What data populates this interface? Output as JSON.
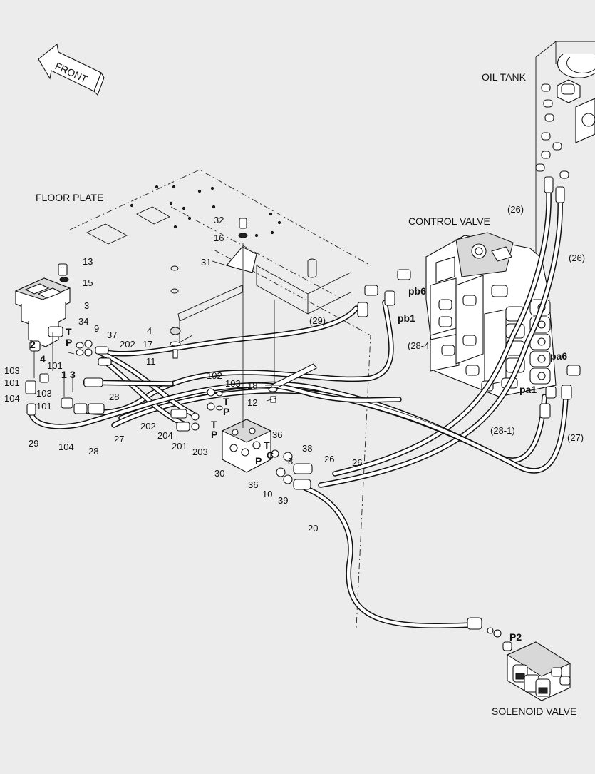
{
  "labels": {
    "front": "FRONT",
    "oil_tank": "OIL TANK",
    "floor_plate": "FLOOR PLATE",
    "control_valve": "CONTROL VALVE",
    "solenoid_valve": "SOLENOID VALVE"
  },
  "parts": {
    "p32": "32",
    "p16": "16",
    "p31": "31",
    "p13": "13",
    "p15": "15",
    "p3": "3",
    "p34": "34",
    "p9": "9",
    "p37": "37",
    "p202a": "202",
    "p4": "4",
    "p17": "17",
    "p11": "11",
    "p2": "2",
    "p4b": "4",
    "p101a": "101",
    "p103a": "103",
    "p1": "1",
    "p3b": "3",
    "p101b": "101",
    "p103b": "103",
    "p104a": "104",
    "p101c": "101",
    "p29": "29",
    "p104b": "104",
    "p28a": "28",
    "p28b": "28",
    "p27": "27",
    "p202b": "202",
    "p204": "204",
    "p201": "201",
    "p203": "203",
    "p102": "102",
    "p103c": "103",
    "p18": "18",
    "p12": "12",
    "p30": "30",
    "p36a": "36",
    "p8": "8",
    "p38": "38",
    "p36b": "36",
    "p10": "10",
    "p39": "39",
    "p26a": "26",
    "p26b": "26",
    "p20": "20",
    "p26c": "(26)",
    "p26d": "(26)",
    "p29b": "(29)",
    "p28_4": "(28-4",
    "p28_1": "(28-1)",
    "p27b": "(27)"
  },
  "ports": {
    "t1": "T",
    "p1": "P",
    "t2": "T",
    "p2": "P",
    "t3": "T",
    "p3": "P",
    "t4": "T",
    "c": "C",
    "p4": "P",
    "pb6": "pb6",
    "pb1": "pb1",
    "pa6": "pa6",
    "pa1": "pa1",
    "p2_sol": "P2"
  }
}
